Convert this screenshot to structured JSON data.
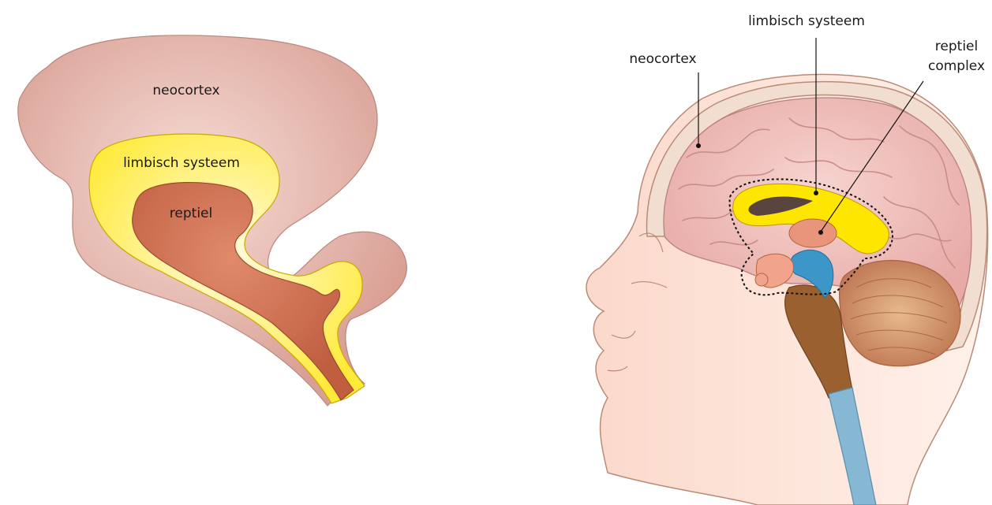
{
  "left_diagram": {
    "labels": {
      "neocortex": "neocortex",
      "limbic": "limbisch systeem",
      "reptile": "reptiel"
    },
    "colors": {
      "neocortex": "#dcaaa0",
      "limbic": "#fff06a",
      "reptile": "#c8674a"
    }
  },
  "right_diagram": {
    "labels": {
      "neocortex": "neocortex",
      "limbic": "limbisch systeem",
      "reptile_line1": "reptiel",
      "reptile_line2": "complex"
    },
    "colors": {
      "skin": "#fde6db",
      "brain": "#f0c0bc",
      "limbic": "#ffe600",
      "cerebellum": "#d8a178",
      "brainstem": "#9b6030",
      "ventricle": "#3c96c8",
      "spinal": "#86b8d4"
    }
  }
}
